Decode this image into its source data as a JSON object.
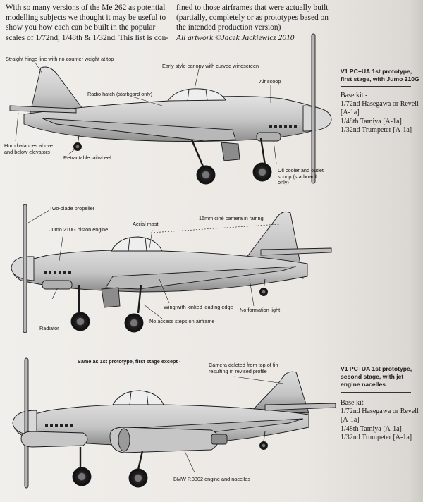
{
  "intro": {
    "col1": "With so many versions of the Me 262 as potential modelling subjects we thought it may be useful to show you how each can be built in the popular scales of 1/72nd, 1/48th & 1/32nd. This list is con-",
    "col2": "fined to those airframes that were actually built (partially, completely or as prototypes based on the intended production version)",
    "credit": "All artwork ©Jacek Jackiewicz 2010"
  },
  "aircraft": [
    {
      "title": "V1 PC+UA 1st prototype, first stage, with Jumo 210G",
      "kit_heading": "Base kit -",
      "kits": [
        "1/72nd Hasegawa or Revell [A-1a]",
        "1/48th Tamiya [A-1a]",
        "1/32nd Trumpeter [A-1a]"
      ],
      "annotations": {
        "hinge": "Straight hinge line with no counter weight at top",
        "canopy": "Early style canopy with curved windscreen",
        "radio": "Radio hatch (starboard only)",
        "scoop": "Air scoop",
        "horn": "Horn balances above and below elevators",
        "tailwheel": "Retractable tailwheel",
        "oil": "Oil cooler and outlet scoop (starboard only)"
      }
    },
    {
      "annotations": {
        "prop": "Two-blade propeller",
        "mast": "Aerial mast",
        "camera": "16mm ciné camera in fairing",
        "jumo": "Jumo 210G piston engine",
        "radiator": "Radiator",
        "wing": "Wing with kinked leading edge",
        "steps": "No access steps on airframe",
        "formation": "No formation light"
      }
    },
    {
      "stage_note": "Same as 1st prototype, first stage except -",
      "title": "V1 PC+UA 1st prototype, second stage, with jet engine nacelles",
      "kit_heading": "Base kit -",
      "kits": [
        "1/72nd Hasegawa or Revell [A-1a]",
        "1/48th Tamiya [A-1a]",
        "1/32nd Trumpeter [A-1a]"
      ],
      "annotations": {
        "camera_deleted": "Camera deleted from top of fin resulting in revised profile",
        "bmw": "BMW P.3302 engine and nacelles"
      }
    }
  ],
  "colors": {
    "airframe": "#c9c9c9",
    "shade": "#9e9e9e",
    "line": "#1a1a1a",
    "tire": "#1b1b1b"
  }
}
